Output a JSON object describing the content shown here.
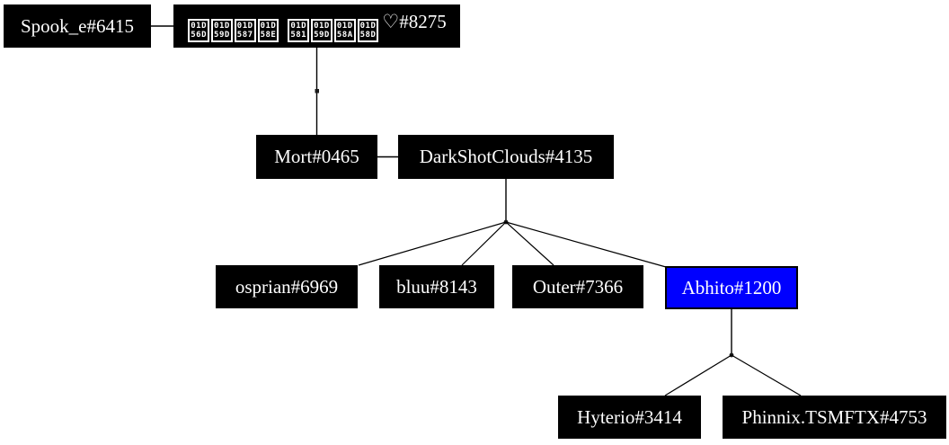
{
  "diagram": {
    "type": "family-tree-graph",
    "background_color": "#ffffff",
    "edge_color": "#000000",
    "node_fill_color": "#000000",
    "node_text_color": "#ffffff",
    "highlight_fill_color": "#0000ff",
    "nodes": {
      "spook": {
        "label": "Spook_e#6415"
      },
      "partner": {
        "hex_glyph_groups": [
          [
            "01D56D",
            "01D59D",
            "01D587",
            "01D58E"
          ],
          [
            "01D581",
            "01D59D",
            "01D58A",
            "01D58D"
          ]
        ],
        "suffix": "♡#8275"
      },
      "mort": {
        "label": "Mort#0465"
      },
      "darkshotclouds": {
        "label": "DarkShotClouds#4135"
      },
      "osprian": {
        "label": "osprian#6969"
      },
      "bluu": {
        "label": "bluu#8143"
      },
      "outer": {
        "label": "Outer#7366"
      },
      "abhito": {
        "label": "Abhito#1200",
        "highlighted": true
      },
      "hyterio": {
        "label": "Hyterio#3414"
      },
      "phinnix": {
        "label": "Phinnix.TSMFTX#4753"
      }
    },
    "relationships": [
      {
        "type": "partners",
        "between": [
          "Spook_e#6415",
          "♡#8275 (hex-glyph name)"
        ]
      },
      {
        "type": "child",
        "parents": [
          "Spook_e#6415",
          "♡#8275 (hex-glyph name)"
        ],
        "child": "Mort#0465"
      },
      {
        "type": "partners",
        "between": [
          "Mort#0465",
          "DarkShotClouds#4135"
        ]
      },
      {
        "type": "children",
        "parents": [
          "Mort#0465",
          "DarkShotClouds#4135"
        ],
        "children": [
          "osprian#6969",
          "bluu#8143",
          "Outer#7366",
          "Abhito#1200"
        ]
      },
      {
        "type": "children",
        "parents": [
          "Abhito#1200"
        ],
        "children": [
          "Hyterio#3414",
          "Phinnix.TSMFTX#4753"
        ]
      }
    ]
  }
}
